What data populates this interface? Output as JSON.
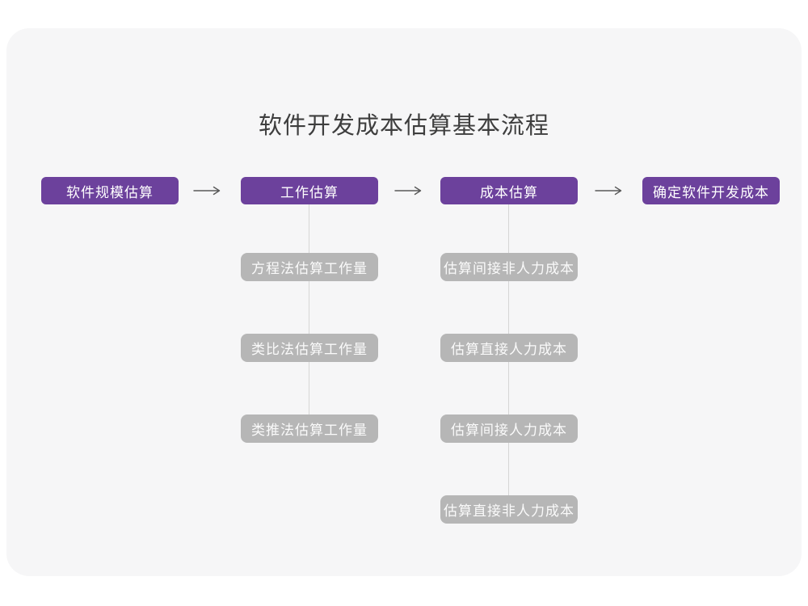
{
  "title": "软件开发成本估算基本流程",
  "colors": {
    "page_bg": "#ffffff",
    "card_bg": "#f6f6f7",
    "stage_bg": "#6c419c",
    "stage_text": "#ffffff",
    "method_bg": "#b6b6b6",
    "method_text": "#fafafa",
    "connector": "#d6d6d6",
    "arrow": "#595959",
    "title_text": "#3e3e3e"
  },
  "flow": {
    "stages": [
      {
        "label": "软件规模估算",
        "children": []
      },
      {
        "label": "工作估算",
        "children": [
          "方程法估算工作量",
          "类比法估算工作量",
          "类推法估算工作量"
        ]
      },
      {
        "label": "成本估算",
        "children": [
          "估算间接非人力成本",
          "估算直接人力成本",
          "估算间接人力成本",
          "估算直接非人力成本"
        ]
      },
      {
        "label": "确定软件开发成本",
        "children": []
      }
    ]
  }
}
